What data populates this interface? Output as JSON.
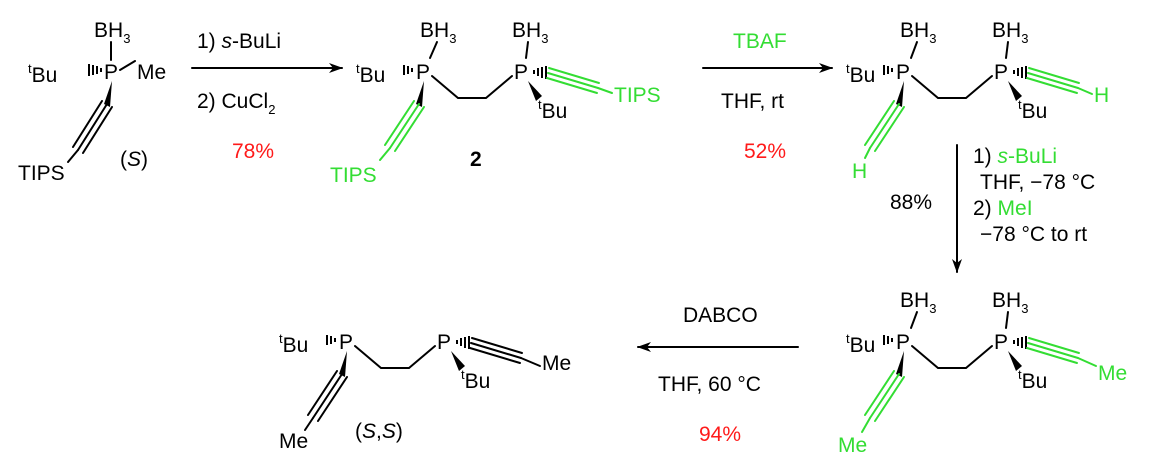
{
  "colors": {
    "black": "#000000",
    "green": "#33dd33",
    "red": "#ff1a1a"
  },
  "labels": {
    "bh3": "BH",
    "bh3_sub": "3",
    "p": "P",
    "tbu_sup": "t",
    "tbu": "Bu",
    "me": "Me",
    "tips": "TIPS",
    "h": "H"
  },
  "step1": {
    "n1": "1) ",
    "reagent1_italic": "s",
    "reagent1": "-BuLi",
    "n2": "2) ",
    "reagent2": "CuCl",
    "reagent2_sub": "2",
    "yield": "78%"
  },
  "step2": {
    "reagent": "TBAF",
    "conditions": "THF, rt",
    "yield": "52%"
  },
  "step3": {
    "n1": "1) ",
    "reagent1_italic": "s",
    "reagent1": "-BuLi",
    "cond1": "THF, −78 °C",
    "n2": "2) ",
    "reagent2": "MeI",
    "cond2": "−78 °C to rt",
    "yield": "88%"
  },
  "step4": {
    "reagent": "DABCO",
    "conditions": "THF, 60 °C",
    "yield": "94%"
  },
  "compounds": {
    "start_stereo_open": "(",
    "start_stereo_s": "S",
    "start_stereo_close": ")",
    "c2_label": "2",
    "final_open": "(",
    "final_s1": "S",
    "final_comma": ",",
    "final_s2": "S",
    "final_close": ")"
  }
}
